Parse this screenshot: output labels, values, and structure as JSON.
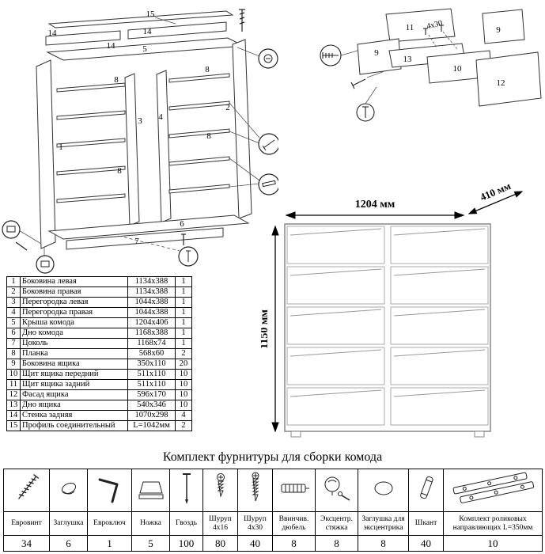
{
  "parts": {
    "rows": [
      {
        "num": "1",
        "name": "Боковина левая",
        "size": "1134x388",
        "qty": "1"
      },
      {
        "num": "2",
        "name": "Боковина правая",
        "size": "1134x388",
        "qty": "1"
      },
      {
        "num": "3",
        "name": "Перегородка левая",
        "size": "1044x388",
        "qty": "1"
      },
      {
        "num": "4",
        "name": "Перегородка правая",
        "size": "1044x388",
        "qty": "1"
      },
      {
        "num": "5",
        "name": "Крыша комода",
        "size": "1204x406",
        "qty": "1"
      },
      {
        "num": "6",
        "name": "Дно комода",
        "size": "1168x388",
        "qty": "1"
      },
      {
        "num": "7",
        "name": "Цоколь",
        "size": "1168x74",
        "qty": "1"
      },
      {
        "num": "8",
        "name": "Планка",
        "size": "568x60",
        "qty": "2"
      },
      {
        "num": "9",
        "name": "Боковина ящика",
        "size": "350x110",
        "qty": "20"
      },
      {
        "num": "10",
        "name": "Щит ящика передний",
        "size": "511x110",
        "qty": "10"
      },
      {
        "num": "11",
        "name": "Щит ящика задний",
        "size": "511x110",
        "qty": "10"
      },
      {
        "num": "12",
        "name": "Фасад ящика",
        "size": "596x170",
        "qty": "10"
      },
      {
        "num": "13",
        "name": "Дно ящика",
        "size": "540x346",
        "qty": "10"
      },
      {
        "num": "14",
        "name": "Стенка задняя",
        "size": "1070x298",
        "qty": "4"
      },
      {
        "num": "15",
        "name": "Профиль соединительный",
        "size": "L=1042мм",
        "qty": "2"
      }
    ]
  },
  "front_view": {
    "width_label": "1204 мм",
    "depth_label": "410 мм",
    "height_label": "1150 мм"
  },
  "exploded": {
    "labels": {
      "n15": "15",
      "n14a": "14",
      "n14b": "14",
      "n14c": "14",
      "n5": "5",
      "n1": "1",
      "n2": "2",
      "n3": "3",
      "n4": "4",
      "n8a": "8",
      "n8b": "8",
      "n8c": "8",
      "n8d": "8",
      "n6": "6",
      "n7": "7"
    }
  },
  "drawer": {
    "labels": {
      "n11": "11",
      "n9a": "9",
      "n9b": "9",
      "n10": "10",
      "n12": "12",
      "n13": "13",
      "screw": "4x30"
    }
  },
  "hardware": {
    "title": "Комплект фурнитуры для сборки комода",
    "items": [
      {
        "icon": "euroscrew",
        "name": "Евровинт",
        "qty": "34"
      },
      {
        "icon": "cap",
        "name": "Заглушка",
        "qty": "6"
      },
      {
        "icon": "hex-key",
        "name": "Евроключ",
        "qty": "1"
      },
      {
        "icon": "leg",
        "name": "Ножка",
        "qty": "5"
      },
      {
        "icon": "nail",
        "name": "Гвоздь",
        "qty": "100"
      },
      {
        "icon": "screw-small",
        "name": "Шуруп\n4x16",
        "qty": "80"
      },
      {
        "icon": "screw-long",
        "name": "Шуруп\n4x30",
        "qty": "40"
      },
      {
        "icon": "threaded-dowel",
        "name": "Ввинчив.\nдюбель",
        "qty": "8"
      },
      {
        "icon": "cam-lock",
        "name": "Эксцентр.\nстяжка",
        "qty": "8"
      },
      {
        "icon": "cam-cap",
        "name": "Заглушка для\nэксцентрика",
        "qty": "8"
      },
      {
        "icon": "wood-dowel",
        "name": "Шкант",
        "qty": "40"
      },
      {
        "icon": "roller-guides",
        "name": "Комплект роликовых\nнаправляющих L=350мм",
        "qty": "10"
      }
    ]
  }
}
